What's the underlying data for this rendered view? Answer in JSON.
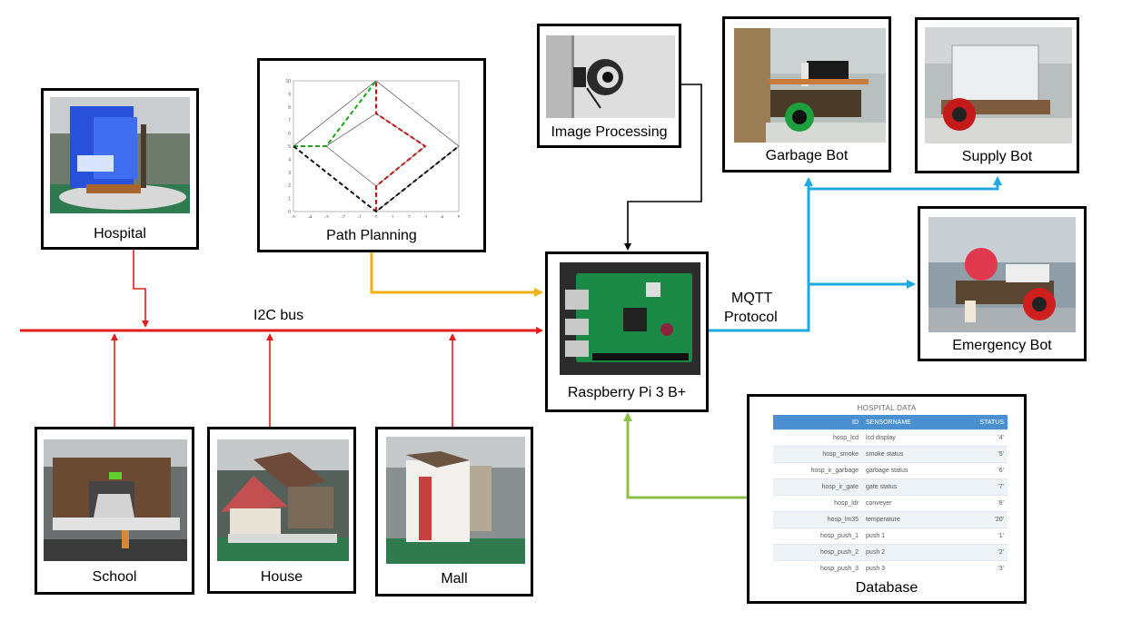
{
  "nodes": {
    "hospital": {
      "label": "Hospital"
    },
    "path_planning": {
      "label": "Path Planning"
    },
    "image_processing": {
      "label": "Image Processing"
    },
    "garbage_bot": {
      "label": "Garbage Bot"
    },
    "supply_bot": {
      "label": "Supply Bot"
    },
    "emergency_bot": {
      "label": "Emergency Bot"
    },
    "raspberry_pi": {
      "label": "Raspberry Pi 3 B+"
    },
    "school": {
      "label": "School"
    },
    "house": {
      "label": "House"
    },
    "mall": {
      "label": "Mall"
    },
    "database": {
      "label": "Database"
    }
  },
  "edges": {
    "i2c_bus": {
      "label": "I2C bus"
    },
    "mqtt_line1": "MQTT",
    "mqtt_line2": "Protocol"
  },
  "colors": {
    "i2c": "#e31d1d",
    "path": "#f0b21a",
    "mqtt": "#1ea9e1",
    "database": "#8cc04a",
    "camera": "#000000"
  },
  "path_plot": {
    "x_ticks": [
      "-5",
      "-4",
      "-3",
      "-2",
      "-1",
      "0",
      "1",
      "2",
      "3",
      "4",
      "5"
    ],
    "y_ticks": [
      "0",
      "1",
      "2",
      "3",
      "4",
      "5",
      "6",
      "7",
      "8",
      "9",
      "10"
    ]
  },
  "database_table": {
    "title": "HOSPITAL DATA",
    "columns": [
      "ID",
      "SENSORNAME",
      "STATUS"
    ],
    "rows": [
      [
        "hosp_lcd",
        "lcd display",
        "'4'"
      ],
      [
        "hosp_smoke",
        "smoke status",
        "'5'"
      ],
      [
        "hosp_ir_garbage",
        "garbage status",
        "'6'"
      ],
      [
        "hosp_ir_gate",
        "gate status",
        "'7'"
      ],
      [
        "hosp_ldr",
        "conveyer",
        "'8'"
      ],
      [
        "hosp_lm35",
        "temperature",
        "'20'"
      ],
      [
        "hosp_push_1",
        "push 1",
        "'1'"
      ],
      [
        "hosp_push_2",
        "push 2",
        "'2'"
      ],
      [
        "hosp_push_3",
        "push 3",
        "'3'"
      ]
    ]
  }
}
